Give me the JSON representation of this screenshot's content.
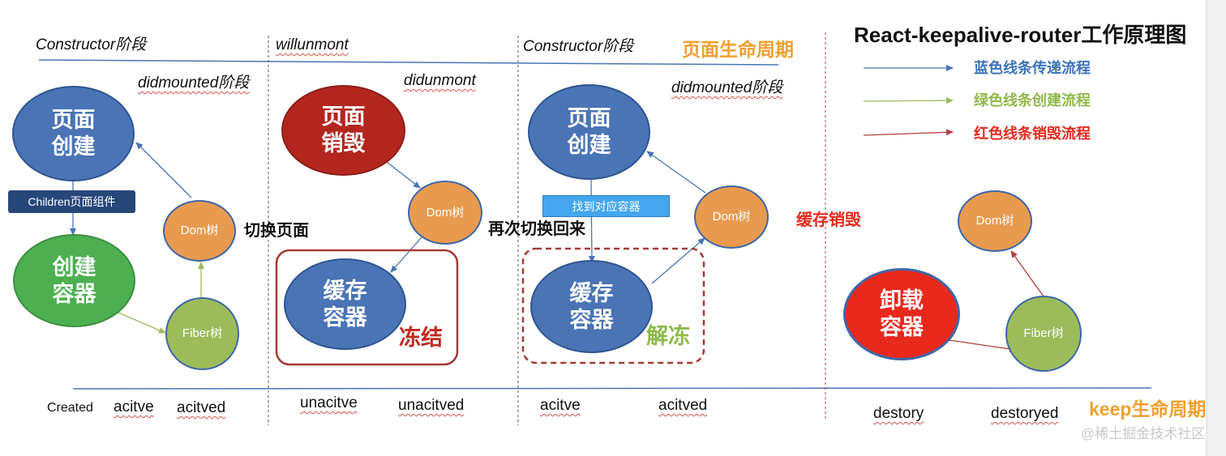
{
  "title": "React-keepalive-router工作原理图",
  "legend": {
    "blue": "蓝色线条传递流程",
    "green": "绿色线条创建流程",
    "red": "红色线条销毁流程"
  },
  "lifecycle_labels": {
    "page": "页面生命周期",
    "keep": "keep生命周期"
  },
  "top_labels": {
    "constructor_1": "Constructor阶段",
    "didmounted_1": "didmounted阶段",
    "willunmount": "willunmont",
    "didunmount": "didunmont",
    "constructor_2": "Constructor阶段",
    "didmounted_2": "didmounted阶段"
  },
  "nodes": {
    "page_create_1": "页面创建",
    "create_container": "创建容器",
    "dom_tree_1": "Dom树",
    "fiber_tree_1": "Fiber树",
    "page_destroy": "页面销毁",
    "dom_tree_2": "Dom树",
    "cache_container_1": "缓存容器",
    "page_create_2": "页面创建",
    "dom_tree_3": "Dom树",
    "cache_container_2": "缓存容器",
    "unload_container": "卸载容器",
    "dom_tree_4": "Dom树",
    "fiber_tree_2": "Fiber树"
  },
  "tags": {
    "children_component": "Children页面组件",
    "find_container": "找到对应容器"
  },
  "annotations": {
    "switch_page": "切换页面",
    "switch_back": "再次切换回来",
    "freeze": "冻结",
    "unfreeze": "解冻",
    "cache_destroy": "缓存销毁"
  },
  "bottom_labels": {
    "created": "Created",
    "active_1": "acitve",
    "actived_1": "acitved",
    "unactive": "unacitve",
    "unactived": "unacitved",
    "active_2": "acitve",
    "actived_2": "acitved",
    "destroy": "destory",
    "destroyed": "destoryed"
  },
  "watermark": "@稀土掘金技术社区",
  "colors": {
    "blue_node": "#4a74b5",
    "red_node": "#b3261e",
    "green_node": "#4caf50",
    "orange_node": "#e89a4f",
    "olive_node": "#9cbb59",
    "bright_red_node": "#e8291c",
    "blue_line": "#4a74b5",
    "green_line": "#9cbb59",
    "red_line": "#b0413e",
    "lifecycle_orange": "#f0a030",
    "legend_blue": "#3c73b8",
    "legend_green": "#8fb948",
    "legend_red": "#e8291c"
  }
}
